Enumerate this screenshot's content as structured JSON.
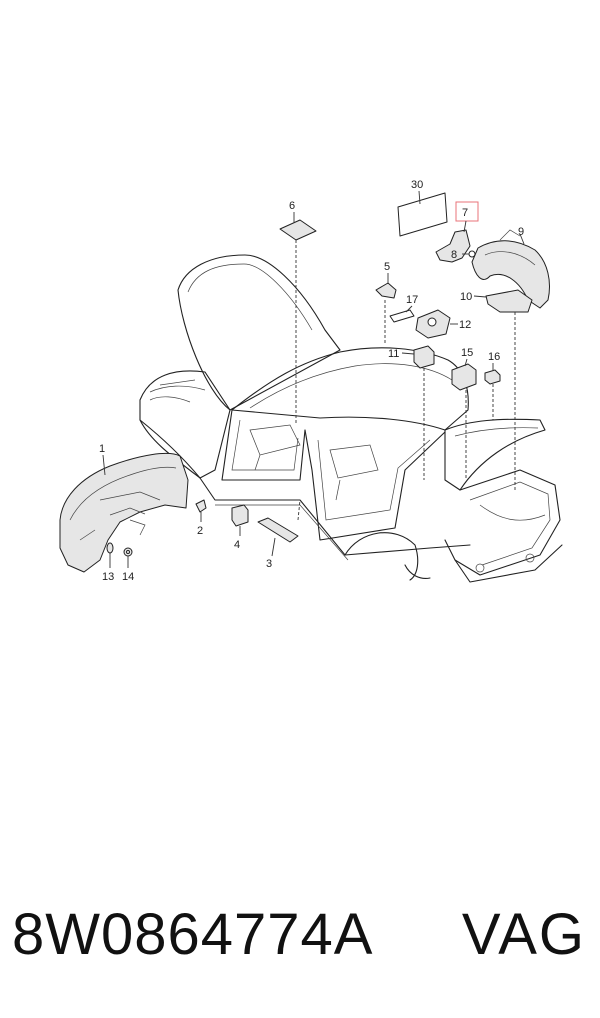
{
  "diagram": {
    "highlight_color": "#e8737a",
    "highlighted_callout": "7",
    "callouts": [
      "30",
      "6",
      "7",
      "9",
      "8",
      "10",
      "5",
      "17",
      "12",
      "11",
      "15",
      "16",
      "1",
      "2",
      "4",
      "3",
      "13",
      "14"
    ]
  },
  "footer": {
    "part_number": "8W0864774A",
    "brand": "VAG"
  }
}
